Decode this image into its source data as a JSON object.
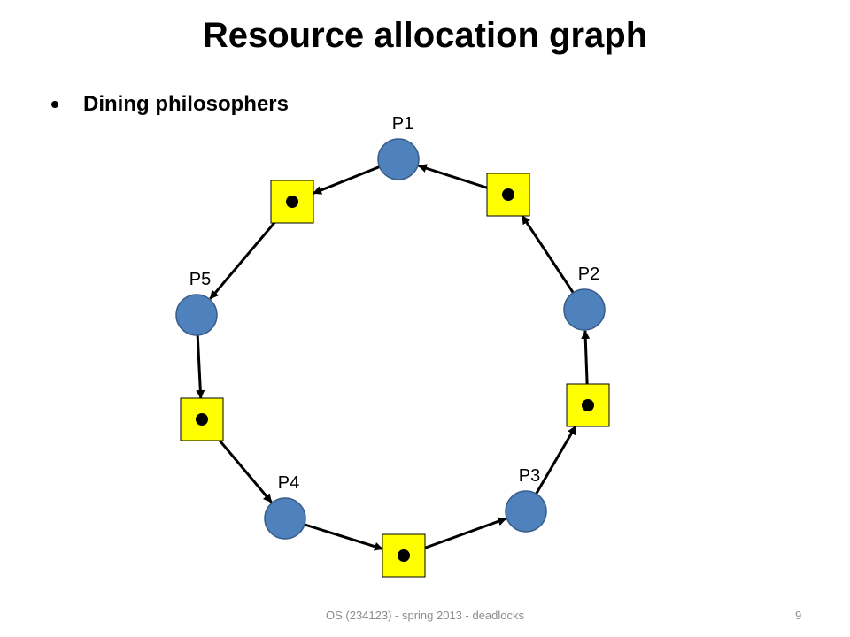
{
  "slide": {
    "title": "Resource allocation graph",
    "bullet": "Dining philosophers",
    "footer": "OS (234123) - spring 2013 - deadlocks",
    "page_number": "9"
  },
  "colors": {
    "process_fill": "#4f81bd",
    "process_stroke": "#385d8a",
    "resource_fill": "#ffff00",
    "resource_stroke": "#000000",
    "edge": "#000000"
  },
  "graph": {
    "processes": [
      {
        "id": "P1",
        "label": "P1"
      },
      {
        "id": "P2",
        "label": "P2"
      },
      {
        "id": "P3",
        "label": "P3"
      },
      {
        "id": "P4",
        "label": "P4"
      },
      {
        "id": "P5",
        "label": "P5"
      }
    ],
    "resources": [
      {
        "id": "R1"
      },
      {
        "id": "R2"
      },
      {
        "id": "R3"
      },
      {
        "id": "R4"
      },
      {
        "id": "R5"
      }
    ],
    "edges": [
      {
        "from": "R1",
        "to": "P1"
      },
      {
        "from": "P1",
        "to": "R5"
      },
      {
        "from": "R5",
        "to": "P5"
      },
      {
        "from": "P5",
        "to": "R4"
      },
      {
        "from": "R4",
        "to": "P4"
      },
      {
        "from": "P4",
        "to": "R3"
      },
      {
        "from": "R3",
        "to": "P3"
      },
      {
        "from": "P3",
        "to": "R2"
      },
      {
        "from": "R2",
        "to": "P2"
      },
      {
        "from": "P2",
        "to": "R1"
      }
    ]
  }
}
